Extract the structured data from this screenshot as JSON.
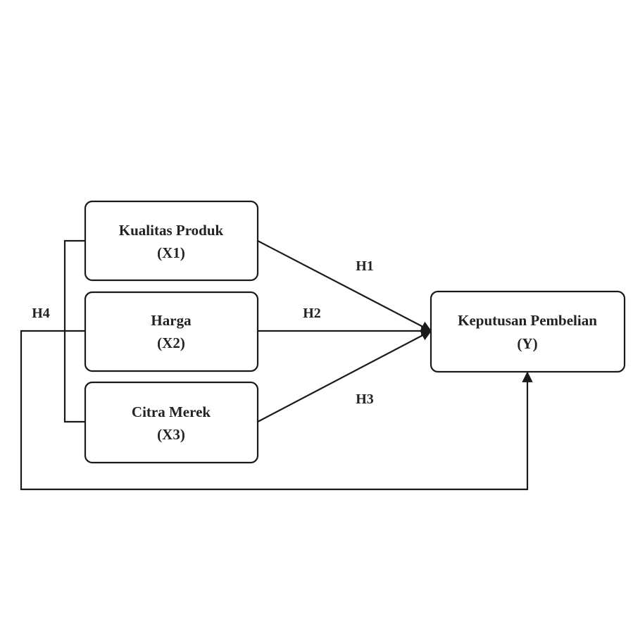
{
  "diagram": {
    "nodes": {
      "x1": {
        "title": "Kualitas Produk",
        "code": "(X1)"
      },
      "x2": {
        "title": "Harga",
        "code": "(X2)"
      },
      "x3": {
        "title": "Citra Merek",
        "code": "(X3)"
      },
      "y": {
        "title": "Keputusan Pembelian",
        "code": "(Y)"
      }
    },
    "hypotheses": {
      "h1": "H1",
      "h2": "H2",
      "h3": "H3",
      "h4": "H4"
    },
    "colors": {
      "line": "#1a1a1a",
      "text": "#222222",
      "background": "#ffffff"
    }
  }
}
